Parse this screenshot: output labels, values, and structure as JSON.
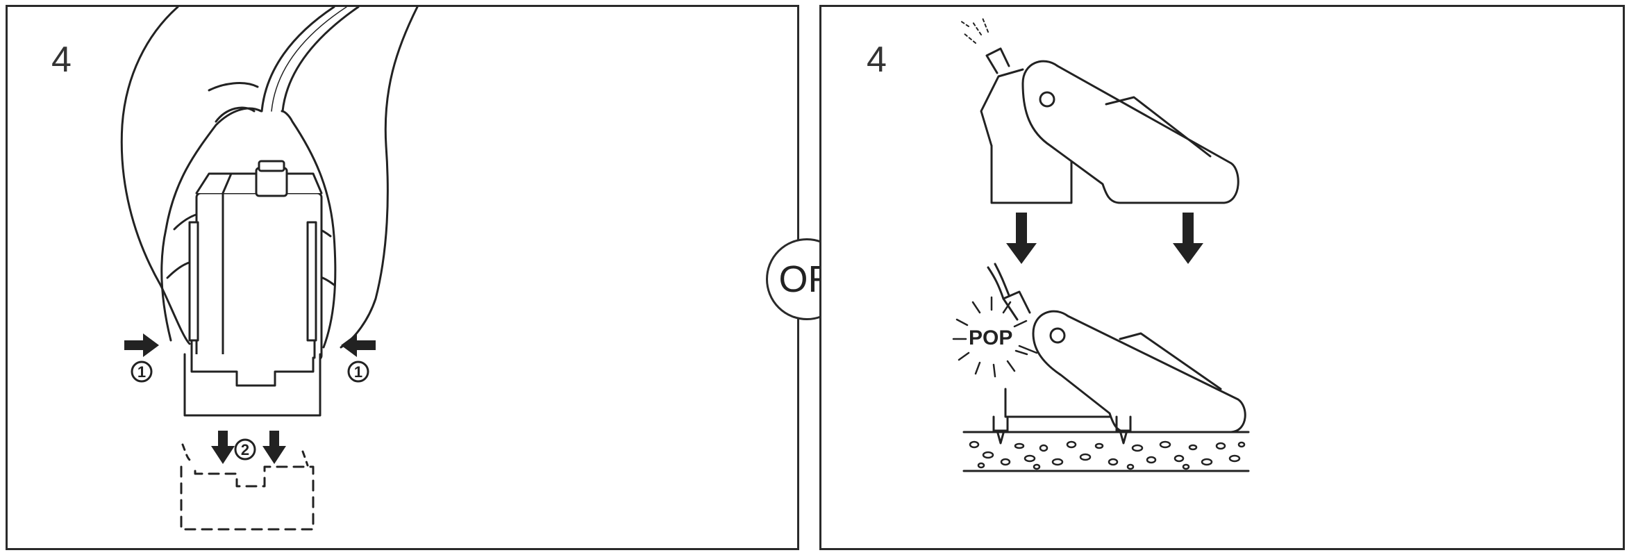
{
  "panels": [
    {
      "step": "4",
      "callouts": [
        "1",
        "1",
        "2"
      ]
    },
    {
      "step": "4",
      "sound_label": "POP"
    }
  ],
  "separator": {
    "label": "OR"
  }
}
